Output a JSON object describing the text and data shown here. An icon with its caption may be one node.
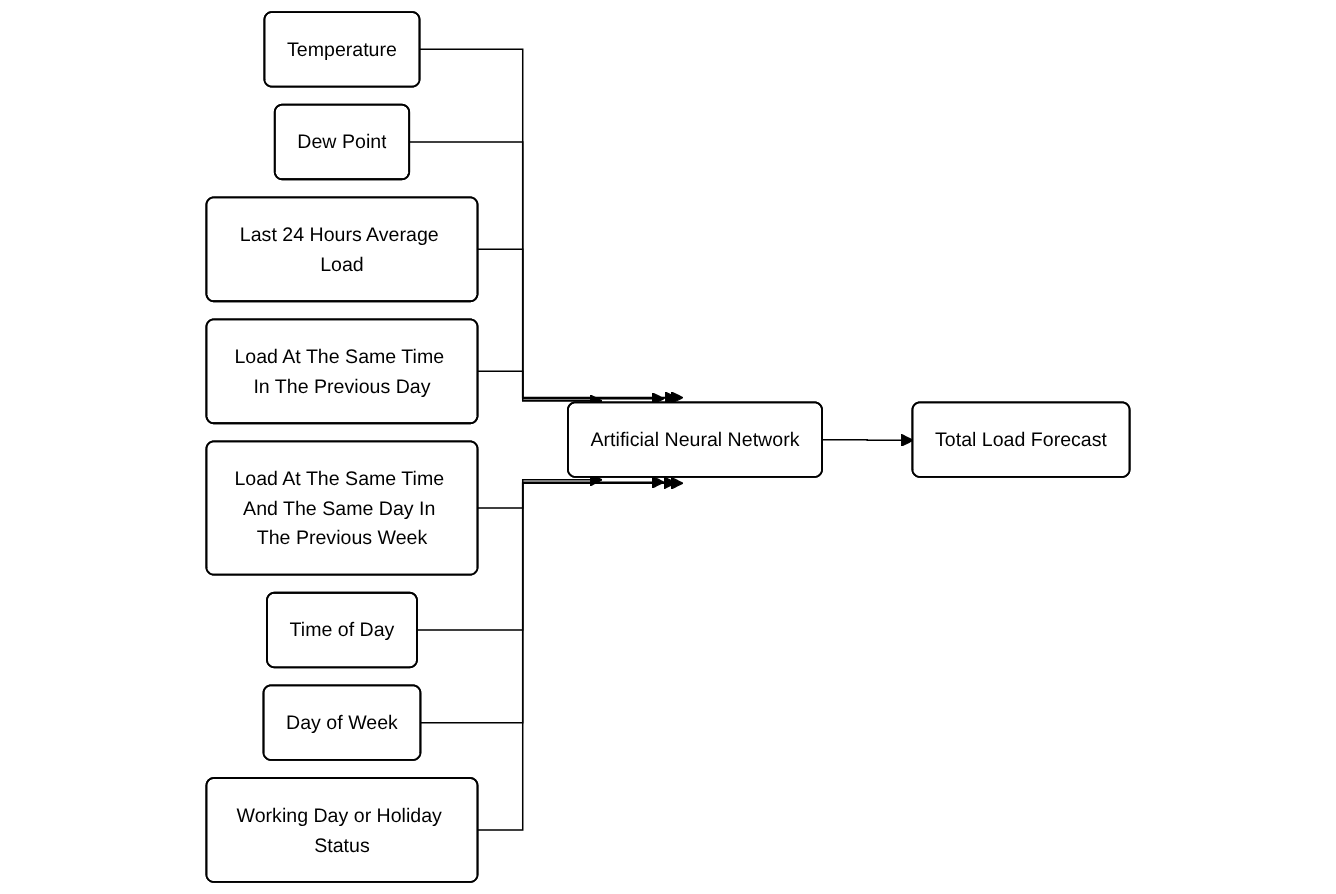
{
  "diagram": {
    "nodes": [
      {
        "text": [
          "Temperature"
        ]
      },
      {
        "text": [
          "Dew Point"
        ]
      },
      {
        "text": [
          "Last 24 Hours Average Load"
        ]
      },
      {
        "text": [
          "Load At The Same Time In The Previous Day"
        ]
      },
      {
        "text": [
          "Load At The Same Time And The Same Day In The Previous Week"
        ]
      },
      {
        "text": [
          "Time of Day"
        ]
      },
      {
        "text": [
          "Day of Week"
        ]
      },
      {
        "text": [
          "Working Day or Holiday Status"
        ]
      },
      {
        "text": [
          "Artificial Neural Network"
        ]
      },
      {
        "text": [
          "Total Load Forecast"
        ]
      }
    ],
    "edges": [
      {
        "from": 0,
        "to": 8,
        "arrow": "to"
      },
      {
        "from": 1,
        "to": 8,
        "arrow": "to"
      },
      {
        "from": 2,
        "to": 8,
        "arrow": "to"
      },
      {
        "from": 3,
        "to": 8,
        "arrow": "to"
      },
      {
        "from": 4,
        "to": 8,
        "arrow": "to"
      },
      {
        "from": 5,
        "to": 8,
        "arrow": "to"
      },
      {
        "from": 6,
        "to": 8,
        "arrow": "to"
      },
      {
        "from": 7,
        "to": 8,
        "arrow": "to"
      },
      {
        "from": 8,
        "to": 9,
        "arrow": "to"
      }
    ]
  }
}
